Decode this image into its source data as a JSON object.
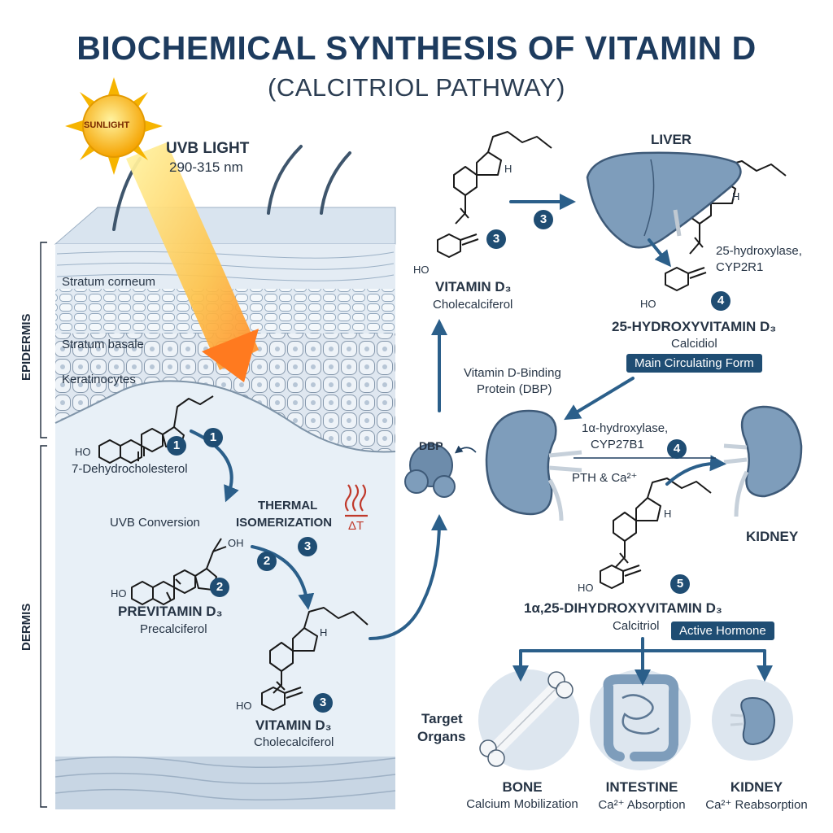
{
  "title": "BIOCHEMICAL SYNTHESIS OF VITAMIN D",
  "subtitle": "(CALCITRIOL PATHWAY)",
  "sun": {
    "label": "SUNLIGHT"
  },
  "uvb": {
    "title": "UVB LIGHT",
    "range": "290-315 nm"
  },
  "skin": {
    "epidermis": "EPIDERMIS",
    "dermis": "DERMIS",
    "stratum_corneum": "Stratum corneum",
    "stratum_basale": "Stratum basale",
    "keratinocytes": "Keratinocytes"
  },
  "molecules": {
    "dhc": {
      "name": "7-Dehydrocholesterol",
      "ho": "HO",
      "step": "1"
    },
    "uvb_conversion": "UVB Conversion",
    "previtamin": {
      "name": "PREVITAMIN D₃",
      "sub": "Precalciferol",
      "oh": "OH",
      "ho": "HO",
      "step": "2"
    },
    "thermal": {
      "line1": "THERMAL",
      "line2": "ISOMERIZATION",
      "delta": "ΔT",
      "step": "3"
    },
    "vitd3_skin": {
      "name": "VITAMIN D₃",
      "sub": "Cholecalciferol",
      "ho": "HO",
      "h": "H",
      "step": "3"
    },
    "vitd3_top": {
      "name": "VITAMIN D₃",
      "sub": "Cholecalciferol",
      "ho": "HO",
      "h": "H",
      "step": "3"
    },
    "calcidiol": {
      "name": "25-HYDROXYVITAMIN D₃",
      "sub": "Calcidiol",
      "tag": "Main Circulating Form",
      "ho": "HO",
      "h": "H",
      "step": "4"
    },
    "calcitriol": {
      "name": "1α,25-DIHYDROXYVITAMIN D₃",
      "sub": "Calcitriol",
      "tag": "Active Hormone",
      "ho": "HO",
      "h": "H",
      "step": "5"
    }
  },
  "steps": {
    "s1a": "1",
    "s1b": "1",
    "s2": "2",
    "s3arrow": "3",
    "s4kidney": "4"
  },
  "liver": {
    "label": "LIVER",
    "enzyme1": "25-hydroxylase,",
    "enzyme2": "CYP2R1"
  },
  "dbp": {
    "label": "DBP",
    "line1": "Vitamin D-Binding",
    "line2": "Protein (DBP)"
  },
  "kidney": {
    "label": "KIDNEY",
    "enzyme1": "1α-hydroxylase,",
    "enzyme2": "CYP27B1",
    "regulation": "PTH & Ca²⁺"
  },
  "targets": {
    "heading1": "Target",
    "heading2": "Organs",
    "bone": {
      "name": "BONE",
      "effect": "Calcium Mobilization"
    },
    "intestine": {
      "name": "INTESTINE",
      "effect": "Ca²⁺ Absorption"
    },
    "kidney": {
      "name": "KIDNEY",
      "effect": "Ca²⁺ Reabsorption"
    }
  },
  "colors": {
    "accent": "#1f4d73",
    "arrow": "#2b5f8a",
    "skin": "#e8f0f7",
    "organ": "#7e9dbb",
    "heat": "#c0392b"
  }
}
